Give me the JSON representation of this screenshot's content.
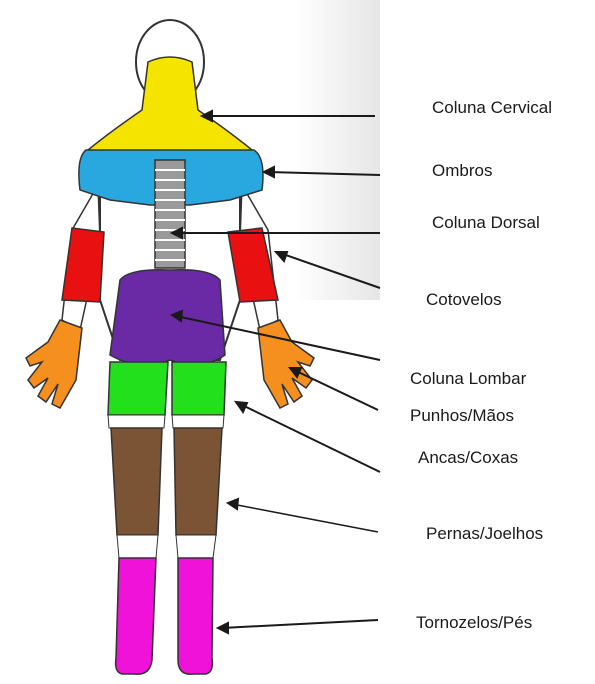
{
  "labels": {
    "cervical": "Coluna Cervical",
    "ombros": "Ombros",
    "dorsal": "Coluna Dorsal",
    "cotovelos": "Cotovelos",
    "lombar": "Coluna Lombar",
    "punhos": "Punhos/Mãos",
    "ancas": "Ancas/Coxas",
    "pernas": "Pernas/Joelhos",
    "tornozelos": "Tornozelos/Pés"
  },
  "colors": {
    "cervical": "#f5e400",
    "ombros": "#29a8df",
    "dorsal": "#9a9a9a",
    "cotovelos": "#e81010",
    "lombar": "#6a2aa6",
    "punhos": "#f5901f",
    "ancas": "#22e01c",
    "pernas": "#7a5434",
    "tornozelos": "#f012d8"
  }
}
